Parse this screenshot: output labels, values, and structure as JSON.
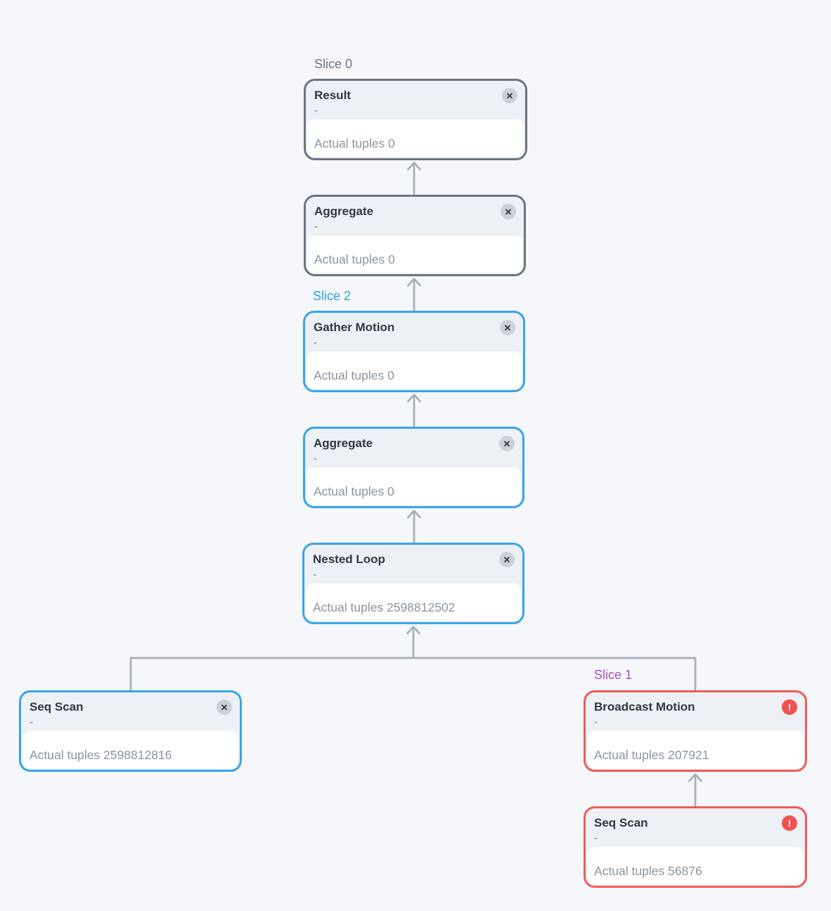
{
  "page": {
    "background": "#f5f7fa"
  },
  "colors": {
    "node_border_gray": "#6b7580",
    "node_border_blue": "#38a3ec",
    "node_border_red": "#ef5b58",
    "node_header_bg": "#edf1f5",
    "node_body_bg": "#ffffff",
    "connector": "#a6aeb8",
    "slice0_text": "#6b7480",
    "slice1_text": "#a54ec9",
    "slice2_text": "#2d9ee9",
    "error_badge_bg": "#ef5350",
    "close_badge_bg": "#cbd1d7"
  },
  "icons": {
    "close": "✕",
    "error": "!"
  },
  "slices": [
    {
      "label": "Slice 0"
    },
    {
      "label": "Slice 2"
    },
    {
      "label": "Slice 1"
    }
  ],
  "nodes": [
    {
      "title": "Result",
      "detail": "-",
      "tuples": "Actual tuples 0",
      "variant": "gray",
      "badge": "close"
    },
    {
      "title": "Aggregate",
      "detail": "-",
      "tuples": "Actual tuples 0",
      "variant": "gray",
      "badge": "close"
    },
    {
      "title": "Gather Motion",
      "detail": "-",
      "tuples": "Actual tuples 0",
      "variant": "blue",
      "badge": "close"
    },
    {
      "title": "Aggregate",
      "detail": "-",
      "tuples": "Actual tuples 0",
      "variant": "blue",
      "badge": "close"
    },
    {
      "title": "Nested Loop",
      "detail": "-",
      "tuples": "Actual tuples 2598812502",
      "variant": "blue",
      "badge": "close"
    },
    {
      "title": "Seq Scan",
      "detail": "-",
      "tuples": "Actual tuples 2598812816",
      "variant": "blue",
      "badge": "close"
    },
    {
      "title": "Broadcast Motion",
      "detail": "-",
      "tuples": "Actual tuples 207921",
      "variant": "red",
      "badge": "error"
    },
    {
      "title": "Seq Scan",
      "detail": "-",
      "tuples": "Actual tuples 56876",
      "variant": "red",
      "badge": "error"
    }
  ]
}
